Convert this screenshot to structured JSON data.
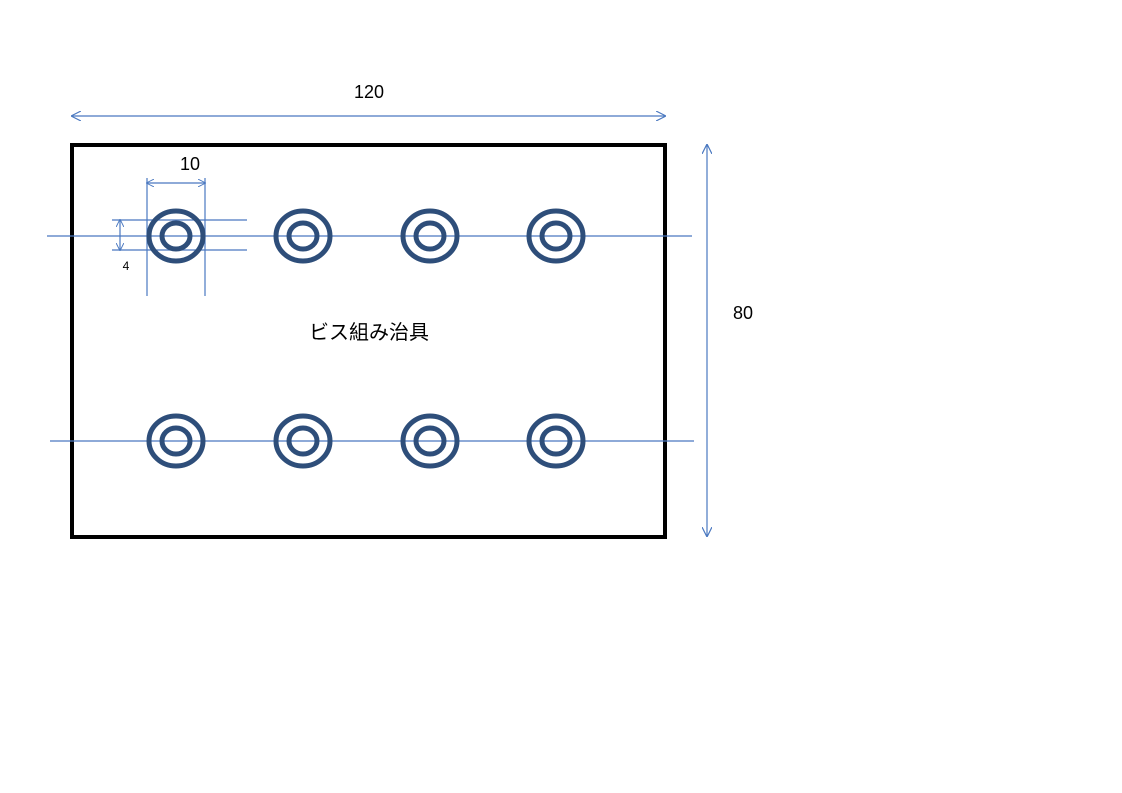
{
  "dimensions": {
    "width_label": "120",
    "height_label": "80",
    "hole_outer_label": "10",
    "hole_inner_label": "4"
  },
  "title": "ビス組み治具",
  "holes": {
    "rows": 2,
    "columns": 4
  },
  "colors": {
    "background": "#ffffff",
    "plate_outline": "#000000",
    "dimension_line": "#4a78c0",
    "hole_ring": "#2e4e7a"
  }
}
